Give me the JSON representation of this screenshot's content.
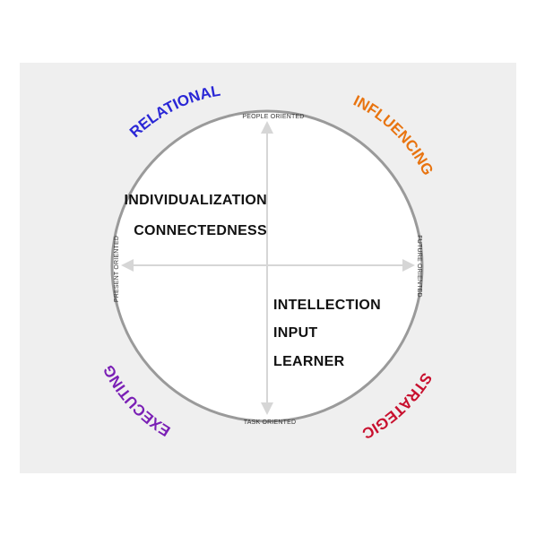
{
  "categories": {
    "relational": {
      "label": "RELATIONAL",
      "color": "#2a27d6"
    },
    "influencing": {
      "label": "INFLUENCING",
      "color": "#e87410"
    },
    "strategic": {
      "label": "STRATEGIC",
      "color": "#c8102e"
    },
    "executing": {
      "label": "EXECUTING",
      "color": "#7a1fb5"
    }
  },
  "axes": {
    "top": "PEOPLE ORIENTED",
    "bottom": "TASK ORIENTED",
    "left": "PRESENT ORIENTED",
    "right": "FUTURE ORIENTED"
  },
  "themes": {
    "upper_left": [
      "INDIVIDUALIZATION",
      "CONNECTEDNESS"
    ],
    "lower_right": [
      "INTELLECTION",
      "INPUT",
      "LEARNER"
    ]
  },
  "colors": {
    "circle": "#9a9a9a",
    "axis": "#d6d6d6",
    "panel": "#efefef"
  }
}
